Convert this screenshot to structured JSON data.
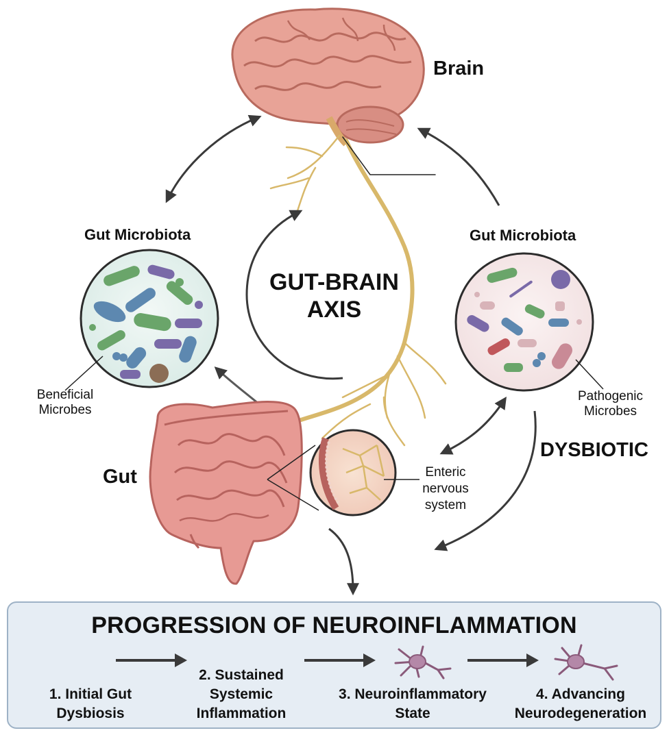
{
  "labels": {
    "brain": "Brain",
    "gut": "Gut",
    "axis_title_line1": "GUT-BRAIN",
    "axis_title_line2": "AXIS",
    "left_microbiota": "Gut Microbiota",
    "right_microbiota": "Gut Microbiota",
    "beneficial_line1": "Beneficial",
    "beneficial_line2": "Microbes",
    "pathogenic_line1": "Pathogenic",
    "pathogenic_line2": "Microbes",
    "dysbiotic": "DYSBIOTIC",
    "enteric_line1": "Enteric",
    "enteric_line2": "nervous",
    "enteric_line3": "system"
  },
  "progression": {
    "title": "PROGRESSION OF NEUROINFLAMMATION",
    "steps": [
      {
        "line1": "1. Initial Gut",
        "line2": "Dysbiosis"
      },
      {
        "line1": "2. Sustained",
        "line2": "Systemic",
        "line3": "Inflammation"
      },
      {
        "line1": "3. Neuroinflammatory",
        "line2": "State"
      },
      {
        "line1": "4. Advancing",
        "line2": "Neurodegeneration"
      }
    ]
  },
  "colors": {
    "brain": "#e8a397",
    "brain_dark": "#b86a5e",
    "nerve": "#d8b86a",
    "gut": "#e79a94",
    "gut_dark": "#b7635e",
    "arrow": "#3a3a3a",
    "panel_bg": "#e6edf4",
    "panel_border": "#9eb2c6",
    "microbe_green": "#6aa56a",
    "microbe_blue": "#5d88b0",
    "microbe_purple": "#7a6aa8",
    "microbe_pink": "#c98a96"
  },
  "icons": [
    "microglia-icon",
    "neuron-icon"
  ]
}
